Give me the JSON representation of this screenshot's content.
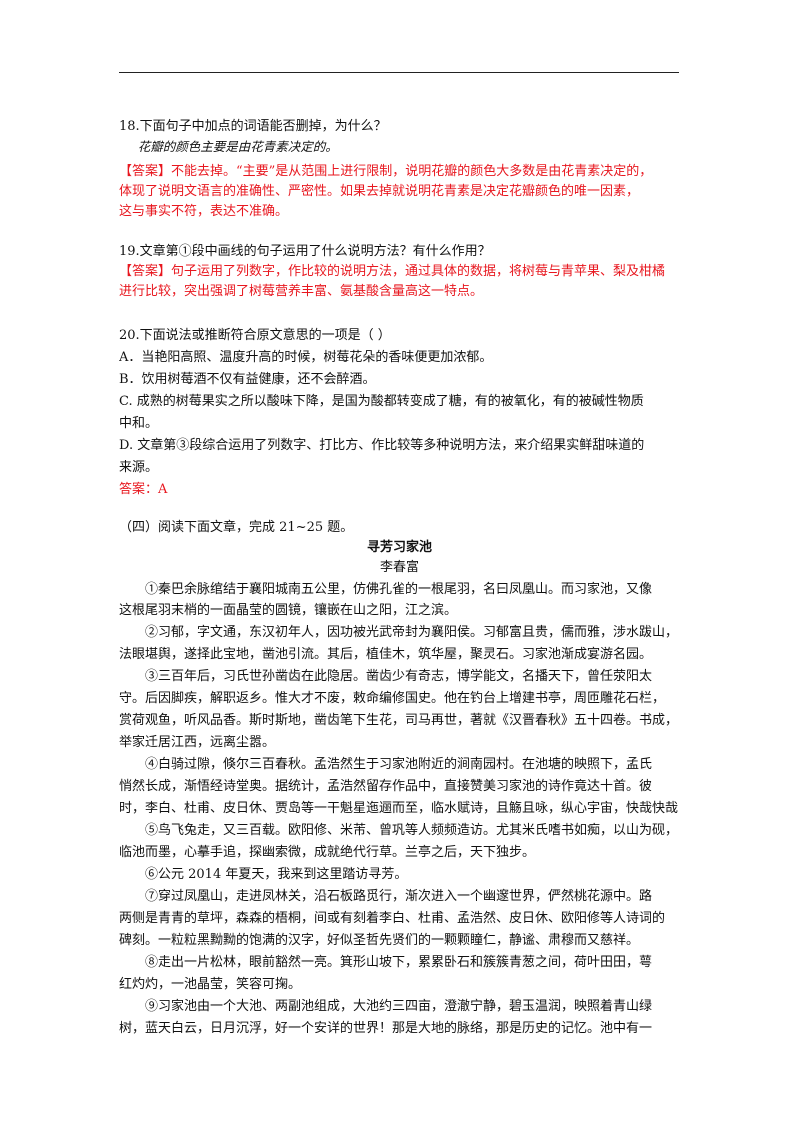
{
  "q18": {
    "question": "18.下面句子中加点的词语能否删掉，为什么？",
    "sentence_pre": "花瓣的颜色",
    "dot1": "主",
    "dot2": "要",
    "sentence_post": "是由花青素决定的。",
    "answer_label": "【答案】",
    "answer_lines": [
      "不能去掉。“主要”是从范围上进行限制，说明花瓣的颜色大多数是由花青素决定的，",
      "体现了说明文语言的准确性、严密性。如果去掉就说明花青素是决定花瓣颜色的唯一因素，",
      "这与事实不符，表达不准确。"
    ]
  },
  "q19": {
    "question": "19.文章第①段中画线的句子运用了什么说明方法？有什么作用？",
    "answer_label": "【答案】",
    "answer_lines": [
      "句子运用了列数字，作比较的说明方法，通过具体的数据，将树莓与青苹果、梨及柑橘",
      "进行比较，突出强调了树莓营养丰富、氨基酸含量高这一特点。"
    ]
  },
  "q20": {
    "question": "20.下面说法或推断符合原文意思的一项是（      ）",
    "options": [
      "A．当艳阳高照、温度升高的时候，树莓花朵的香味便更加浓郁。",
      "B．饮用树莓酒不仅有益健康，还不会醉酒。",
      "C. 成熟的树莓果实之所以酸味下降，是国为酸都转变成了糖，有的被氧化，有的被碱性物质",
      "中和。",
      "D. 文章第③段综合运用了列数字、打比方、作比较等多种说明方法，来介绍果实鲜甜味道的",
      "来源。"
    ],
    "answer": "答案：A"
  },
  "section4": {
    "intro": "（四）阅读下面文章，完成 21~25 题。",
    "title": "寻芳习家池",
    "author": "李春富",
    "paragraphs": [
      "　　①秦巴余脉绾结于襄阳城南五公里，仿佛孔雀的一根尾羽，名曰凤凰山。而习家池，又像",
      "这根尾羽末梢的一面晶莹的圆镜，镶嵌在山之阳，江之滨。",
      "　　②习郁，字文通，东汉初年人，因功被光武帝封为襄阳侯。习郁富且贵，儒而雅，涉水跋山，",
      "法眼堪舆，遂择此宝地，凿池引流。其后，植佳木，筑华屋，聚灵石。习家池渐成宴游名园。",
      "　　③三百年后，习氏世孙凿齿在此隐居。凿齿少有奇志，博学能文，名播天下，曾任荥阳太",
      "守。后因脚疾，解职返乡。惟大才不废，敕命编修国史。他在钓台上增建书亭，周匝雕花石栏，",
      "赏荷观鱼，听风品香。斯时斯地，凿齿笔下生花，司马再世，著就《汉晋春秋》五十四卷。书成，",
      "举家迁居江西，远离尘嚣。",
      "　　④白骑过隙，倏尔三百春秋。孟浩然生于习家池附近的涧南园村。在池塘的映照下，孟氏",
      "悄然长成，渐悟经诗堂奥。据统计，孟浩然留存作品中，直接赞美习家池的诗作竟达十首。彼",
      "时，李白、杜甫、皮日休、贾岛等一干魁星迤逦而至，临水赋诗，且觞且咏，纵心宇宙，快哉快哉",
      "　　⑤鸟飞兔走，又三百载。欧阳修、米芾、曾巩等人频频造访。尤其米氏嗜书如痴，以山为砚，",
      "临池而墨，心摹手追，探幽索微，成就绝代行草。兰亭之后，天下独步。",
      "　　⑥公元 2014 年夏天，我来到这里踏访寻芳。",
      "　　⑦穿过凤凰山，走进凤林关，沿石板路觅行，渐次进入一个幽邃世界，俨然桃花源中。路",
      "两侧是青青的草坪，森森的梧桐，间或有刻着李白、杜甫、孟浩然、皮日休、欧阳修等人诗词的",
      "碑刻。一粒粒黑黝黝的饱满的汉字，好似圣哲先贤们的一颗颗瞳仁，静谧、肃穆而又慈祥。",
      "　　⑧走出一片松林，眼前豁然一亮。箕形山坡下，累累卧石和簇簇青葱之间，荷叶田田，萼",
      "红灼灼，一池晶莹，笑容可掬。",
      "　　⑨习家池由一个大池、两副池组成，大池约三四亩，澄澈宁静，碧玉温润，映照着青山绿",
      "树，蓝天白云，日月沉浮，好一个安详的世界！那是大地的脉络，那是历史的记忆。池中有一"
    ]
  }
}
